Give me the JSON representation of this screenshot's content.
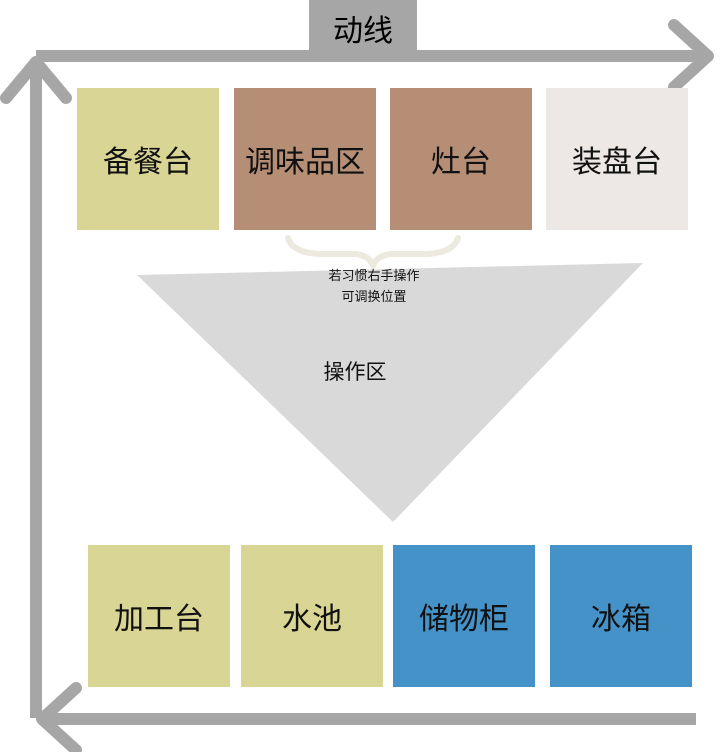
{
  "title": "动线",
  "colors": {
    "arrow": "#a6a6a6",
    "khaki": "#d9d594",
    "brown": "#b58e75",
    "light": "#ede8e6",
    "blue": "#4592c8",
    "triangle": "#d9d9d9",
    "brace": "#ece9de"
  },
  "top_row": [
    {
      "label": "备餐台",
      "color": "khaki"
    },
    {
      "label": "调味品区",
      "color": "brown"
    },
    {
      "label": "灶台",
      "color": "brown"
    },
    {
      "label": "装盘台",
      "color": "light"
    }
  ],
  "bottom_row": [
    {
      "label": "加工台",
      "color": "khaki"
    },
    {
      "label": "水池",
      "color": "khaki"
    },
    {
      "label": "储物柜",
      "color": "blue"
    },
    {
      "label": "冰箱",
      "color": "blue"
    }
  ],
  "note": {
    "line1": "若习惯右手操作",
    "line2": "可调换位置"
  },
  "zone_label": "操作区"
}
